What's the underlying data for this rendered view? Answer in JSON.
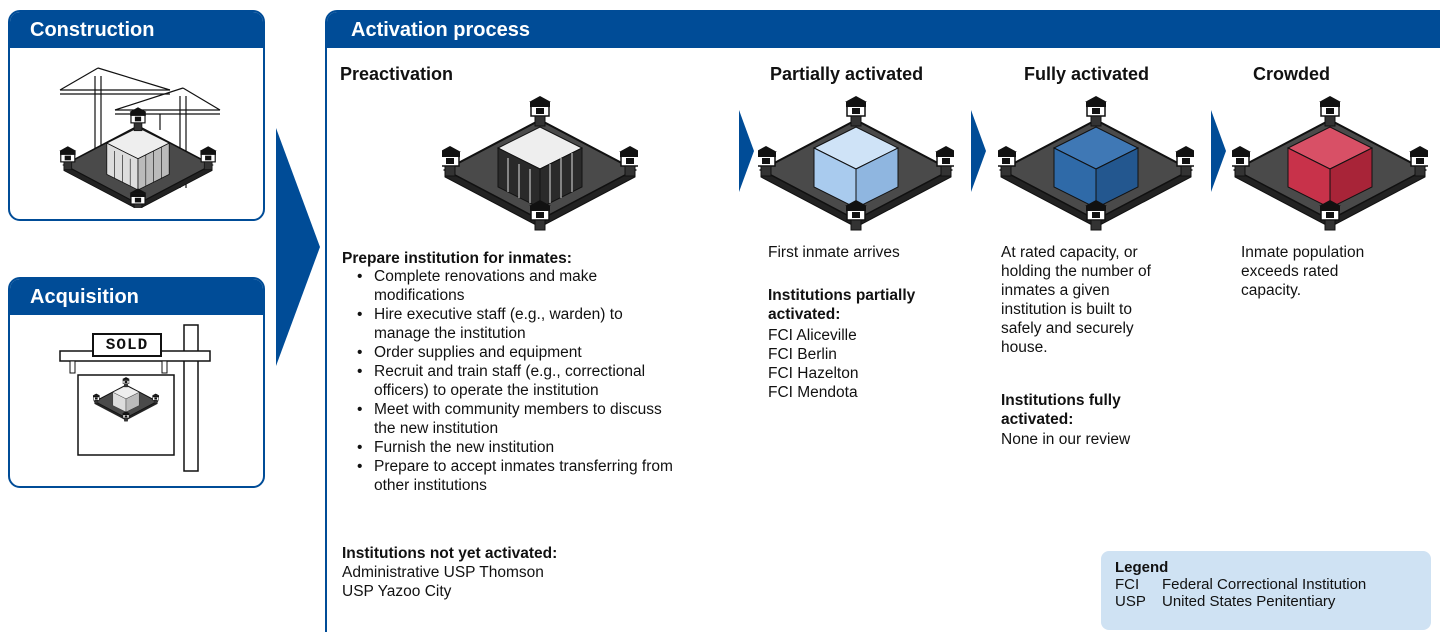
{
  "colors": {
    "navy": "#004c97",
    "legend_bg": "#cfe2f3",
    "partial": "#a9cbee",
    "full": "#2f6aa8",
    "crowded": "#c8324a"
  },
  "construction": {
    "title": "Construction"
  },
  "acquisition": {
    "title": "Acquisition",
    "sign_text": "SOLD"
  },
  "activation": {
    "title": "Activation process",
    "preactivation": {
      "title": "Preactivation",
      "prep_heading": "Prepare institution for inmates:",
      "bullets": [
        [
          "Complete renovations and make",
          "modifications"
        ],
        [
          "Hire executive staff (e.g., warden) to",
          "manage the institution"
        ],
        [
          "Order supplies and equipment"
        ],
        [
          "Recruit and train staff (e.g., correctional",
          "officers) to operate the institution"
        ],
        [
          "Meet with community members to discuss",
          "the new institution"
        ],
        [
          "Furnish the new institution"
        ],
        [
          "Prepare to accept inmates transferring from",
          "other institutions"
        ]
      ],
      "not_yet_heading": "Institutions not yet activated:",
      "not_yet": [
        "Administrative USP Thomson",
        "USP Yazoo City"
      ]
    },
    "partial": {
      "title": "Partially activated",
      "desc": "First inmate arrives",
      "inst_heading": [
        "Institutions partially",
        "activated:"
      ],
      "institutions": [
        "FCI Aliceville",
        "FCI Berlin",
        "FCI Hazelton",
        "FCI Mendota"
      ]
    },
    "full": {
      "title": "Fully activated",
      "desc": [
        "At rated capacity, or",
        "holding the number of",
        "inmates a given",
        "institution is built to",
        "safely and securely",
        "house."
      ],
      "inst_heading": [
        "Institutions fully",
        "activated:"
      ],
      "institutions": [
        "None in our review"
      ]
    },
    "crowded": {
      "title": "Crowded",
      "desc": [
        "Inmate population",
        "exceeds rated",
        "capacity."
      ]
    }
  },
  "legend": {
    "title": "Legend",
    "rows": [
      {
        "abbr": "FCI",
        "full": "Federal Correctional Institution"
      },
      {
        "abbr": "USP",
        "full": "United States Penitentiary"
      }
    ]
  }
}
